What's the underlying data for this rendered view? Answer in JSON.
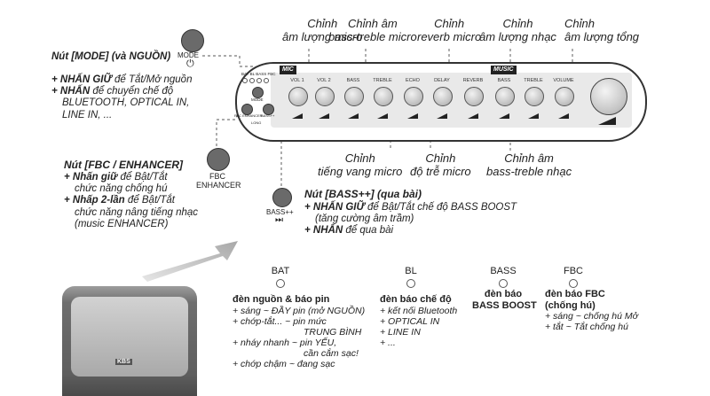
{
  "top_labels": {
    "mic_volume": [
      "Chỉnh",
      "âm lượng micro"
    ],
    "mic_bass_treble": [
      "Chỉnh âm",
      "bass-treble micro"
    ],
    "mic_reverb": [
      "Chỉnh",
      "reverb micro"
    ],
    "music_volume": [
      "Chỉnh",
      "âm lượng nhạc"
    ],
    "master_volume": [
      "Chỉnh",
      "âm lượng tổng"
    ]
  },
  "bottom_labels": {
    "echo": [
      "Chỉnh",
      "tiếng vang micro"
    ],
    "delay": [
      "Chỉnh",
      "độ trễ micro"
    ],
    "music_bass_treble": [
      "Chỉnh âm",
      "bass-treble nhạc"
    ]
  },
  "mode_block": {
    "title": "Nút [MODE] (và NGUỒN)",
    "line1_bold": "+ NHẤN GIỮ",
    "line1_rest": " để Tắt/Mở nguồn",
    "line2_bold": "+ NHẤN",
    "line2_rest": " để chuyển chế độ",
    "line3": "BLUETOOTH, OPTICAL IN,",
    "line4": "LINE IN, ...",
    "button_label": "MODE",
    "power_symbol": "⏻"
  },
  "fbc_block": {
    "title": "Nút [FBC / ENHANCER]",
    "line1_bold": "+ Nhấn giữ",
    "line1_rest": " để Bật/Tắt",
    "line2": "chức năng chống hú",
    "line3_bold": "+ Nhấp 2-lần",
    "line3_rest": " để Bật/Tắt",
    "line4": "chức năng nâng tiếng nhạc",
    "line5": "(music ENHANCER)",
    "button_label_1": "FBC",
    "button_label_2": "ENHANCER"
  },
  "bass_block": {
    "title": "Nút [BASS++] (qua bài)",
    "line1_bold": "+ NHẤN GIỮ",
    "line1_rest": " để Bật/Tắt chế độ BASS BOOST",
    "line2": "(tăng cường âm trầm)",
    "line3_bold": "+ NHẤN",
    "line3_rest": " để qua bài",
    "button_label": "BASS++",
    "skip_symbol": "⏭"
  },
  "panel": {
    "mic_tag": "MIC",
    "music_tag": "MUSIC",
    "knobs": [
      "VOL 1",
      "VOL 2",
      "BASS",
      "TREBLE",
      "ECHO",
      "DELAY",
      "REVERB",
      "BASS",
      "TREBLE",
      "VOLUME"
    ],
    "led_labels": [
      "BAT",
      "BL",
      "BASS",
      "FBC"
    ],
    "mode_label": "MODE",
    "fbc_label": "FBC ENHANCER",
    "bass_label": "BASS++",
    "long_press": "LONG"
  },
  "indicators": {
    "bat": {
      "label": "BAT",
      "title": "đèn nguồn & báo pin",
      "lines": [
        "+ sáng ~ ĐẦY pin (mở NGUỒN)",
        "+ chớp-tắt... ~ pin mức",
        "TRUNG BÌNH",
        "+ nháy nhanh ~ pin YẾU,",
        "cần cắm sạc!",
        "+ chớp chậm ~ đang sạc"
      ]
    },
    "bl": {
      "label": "BL",
      "title": "đèn báo chế độ",
      "lines": [
        "+ kết nối Bluetooth",
        "+ OPTICAL IN",
        "+ LINE IN",
        "+ ..."
      ]
    },
    "bass": {
      "label": "BASS",
      "title": [
        "đèn báo",
        "BASS BOOST"
      ]
    },
    "fbc": {
      "label": "FBC",
      "title": [
        "đèn báo FBC",
        "(chống hú)"
      ],
      "lines": [
        "+ sáng ~ chống hú Mở",
        "+ tắt ~ Tắt chống hú"
      ]
    }
  },
  "speaker": {
    "logo": "KBS"
  },
  "colors": {
    "ink": "#222222",
    "button": "#6a6a6a",
    "panel_strip": "#e9e9e9",
    "arrow": "#bdbdbd"
  }
}
